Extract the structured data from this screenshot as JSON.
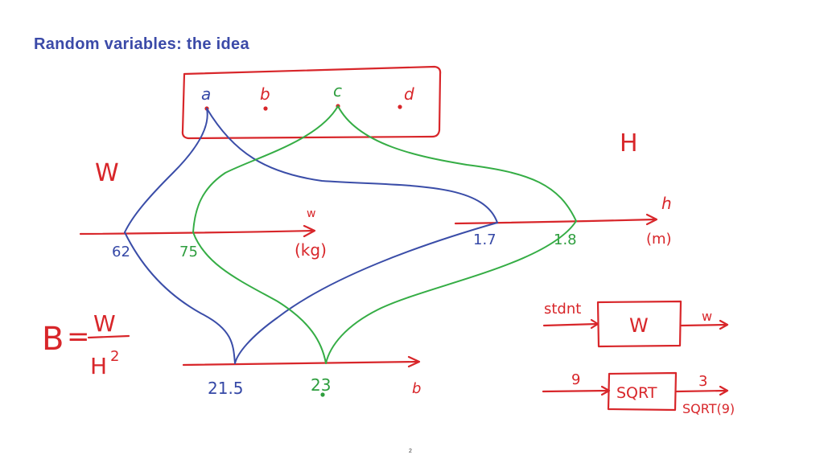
{
  "slide": {
    "title": "Random variables: the idea",
    "page_number": "2"
  },
  "sample_space": {
    "outcomes": [
      "a",
      "b",
      "c",
      "d"
    ]
  },
  "variables": {
    "W": "W",
    "H": "H"
  },
  "weight_axis": {
    "values": [
      "62",
      "75"
    ],
    "var_label": "w",
    "unit": "(kg)"
  },
  "height_axis": {
    "values": [
      "1.7",
      "1.8"
    ],
    "var_label": "h",
    "unit": "(m)"
  },
  "bmi_axis": {
    "values": [
      "21.5",
      "23"
    ],
    "var_label": "b"
  },
  "formula": {
    "lhs": "B",
    "eq": "=",
    "numerator": "W",
    "denominator": "H",
    "exponent": "2"
  },
  "box_w": {
    "input": "stdnt",
    "label": "W",
    "output": "w"
  },
  "box_sqrt": {
    "input": "9",
    "label": "SQRT",
    "output": "3",
    "caption": "SQRT(9)"
  },
  "colors": {
    "ink_red": "#d8262a",
    "ink_blue": "#3548a6",
    "ink_green": "#2e9e3e",
    "title_blue": "#3b4aa8"
  }
}
